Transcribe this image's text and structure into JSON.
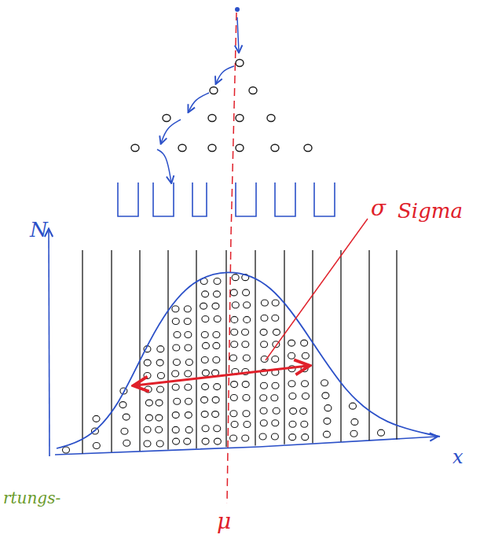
{
  "diagram": {
    "labels": [
      "N",
      "σ",
      "Sigma",
      "x",
      "μ",
      "rtungs-"
    ]
  }
}
